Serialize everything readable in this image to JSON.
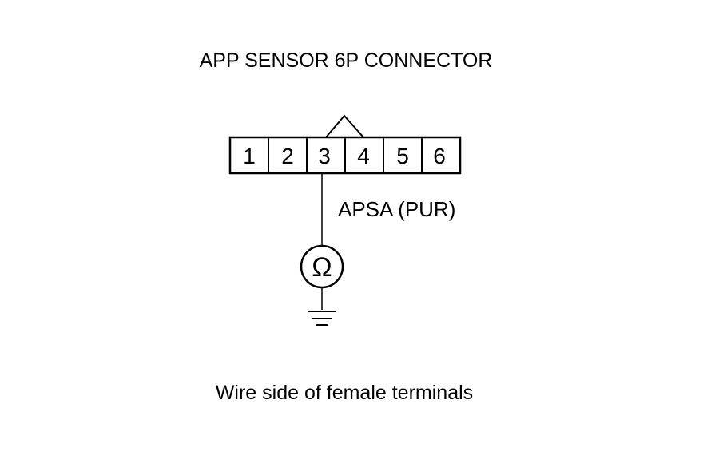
{
  "diagram": {
    "title": "APP SENSOR 6P CONNECTOR",
    "pins": [
      "1",
      "2",
      "3",
      "4",
      "5",
      "6"
    ],
    "wire_label": "APSA (PUR)",
    "meter_symbol": "Ω",
    "footer": "Wire side of female terminals",
    "measured_pin": "3"
  }
}
